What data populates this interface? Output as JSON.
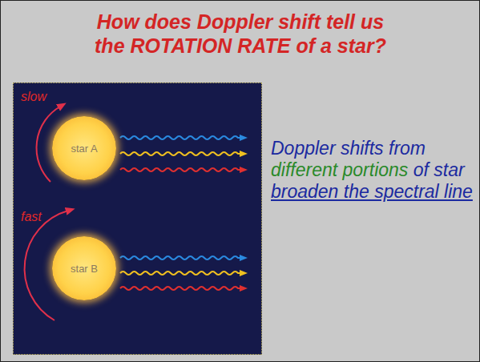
{
  "diagram": {
    "title": "How does Doppler shift tell us the ROTATION RATE of a star?",
    "nodes": [
      {
        "text": [
          "star A"
        ]
      },
      {
        "text": [
          "star B"
        ]
      }
    ],
    "labels": [
      "slow",
      "fast",
      "Doppler shifts from",
      "different portions",
      "of star",
      "broaden the spectral line"
    ]
  }
}
